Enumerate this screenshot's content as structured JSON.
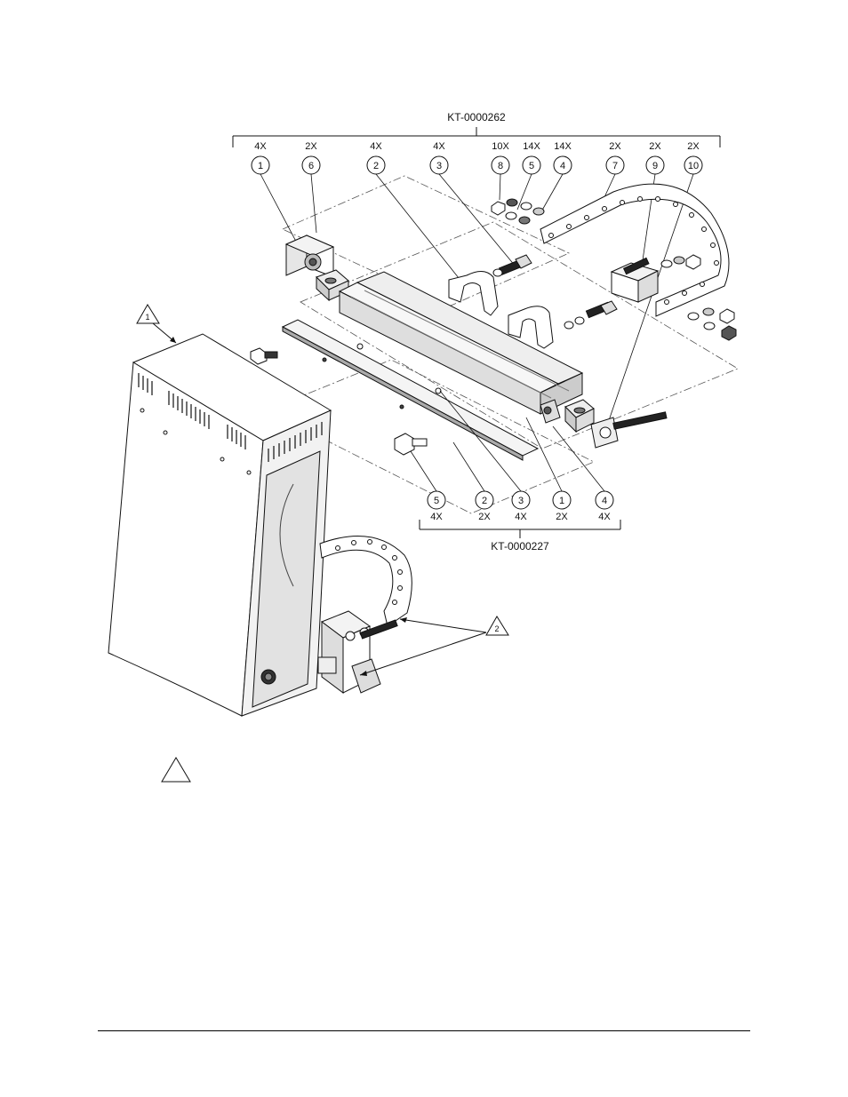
{
  "kits": {
    "upper": {
      "part_number": "KT-0000262"
    },
    "lower": {
      "part_number": "KT-0000227"
    }
  },
  "upper_callouts": [
    {
      "num": "1",
      "qty": "4X"
    },
    {
      "num": "6",
      "qty": "2X"
    },
    {
      "num": "2",
      "qty": "4X"
    },
    {
      "num": "3",
      "qty": "4X"
    },
    {
      "num": "8",
      "qty": "10X"
    },
    {
      "num": "5",
      "qty": "14X"
    },
    {
      "num": "4",
      "qty": "14X"
    },
    {
      "num": "7",
      "qty": "2X"
    },
    {
      "num": "9",
      "qty": "2X"
    },
    {
      "num": "10",
      "qty": "2X"
    }
  ],
  "lower_callouts": [
    {
      "num": "5",
      "qty": "4X"
    },
    {
      "num": "2",
      "qty": "2X"
    },
    {
      "num": "3",
      "qty": "4X"
    },
    {
      "num": "1",
      "qty": "2X"
    },
    {
      "num": "4",
      "qty": "4X"
    }
  ],
  "notes": {
    "note1": "1",
    "note2": "2",
    "legend_flag": ""
  },
  "colors": {
    "line": "#111111",
    "fill": "#ffffff",
    "shade": "#d9d9d9",
    "dark": "#333333"
  }
}
